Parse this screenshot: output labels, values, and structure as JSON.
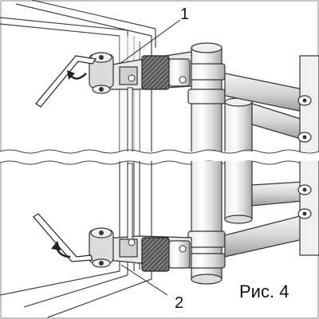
{
  "figure": {
    "caption": "Рис. 4",
    "callouts": [
      {
        "label": "1"
      },
      {
        "label": "2"
      }
    ]
  }
}
